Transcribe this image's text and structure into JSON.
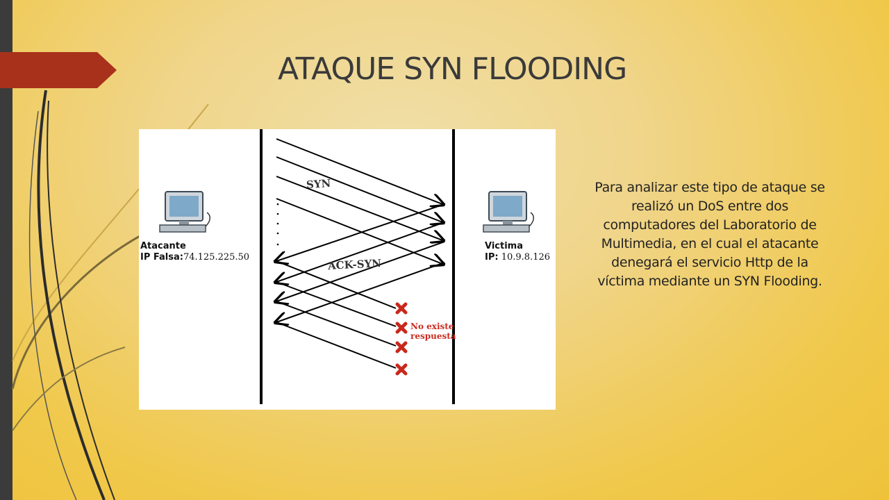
{
  "slide": {
    "title": "ATAQUE SYN FLOODING",
    "description": "Para analizar este tipo de ataque se realizó un DoS entre dos computadores del Laboratorio de Multimedia, en el cual el atacante denegará el servicio Http de la víctima mediante un SYN Flooding.",
    "accent_color": "#a8311b",
    "strip_color": "#3b3b3b"
  },
  "diagram": {
    "attacker": {
      "name": "Atacante",
      "ip_label": "IP Falsa:",
      "ip": "74.125.225.50",
      "icon": "computer-icon"
    },
    "victim": {
      "name": "Victima",
      "ip_label": "IP:",
      "ip": "10.9.8.126",
      "icon": "computer-icon"
    },
    "syn_label": "SYN",
    "ack_label": "ACK-SYN",
    "no_response_line1": "No existe",
    "no_response_line2": "respuesta",
    "fail_icon": "red-x-icon"
  }
}
